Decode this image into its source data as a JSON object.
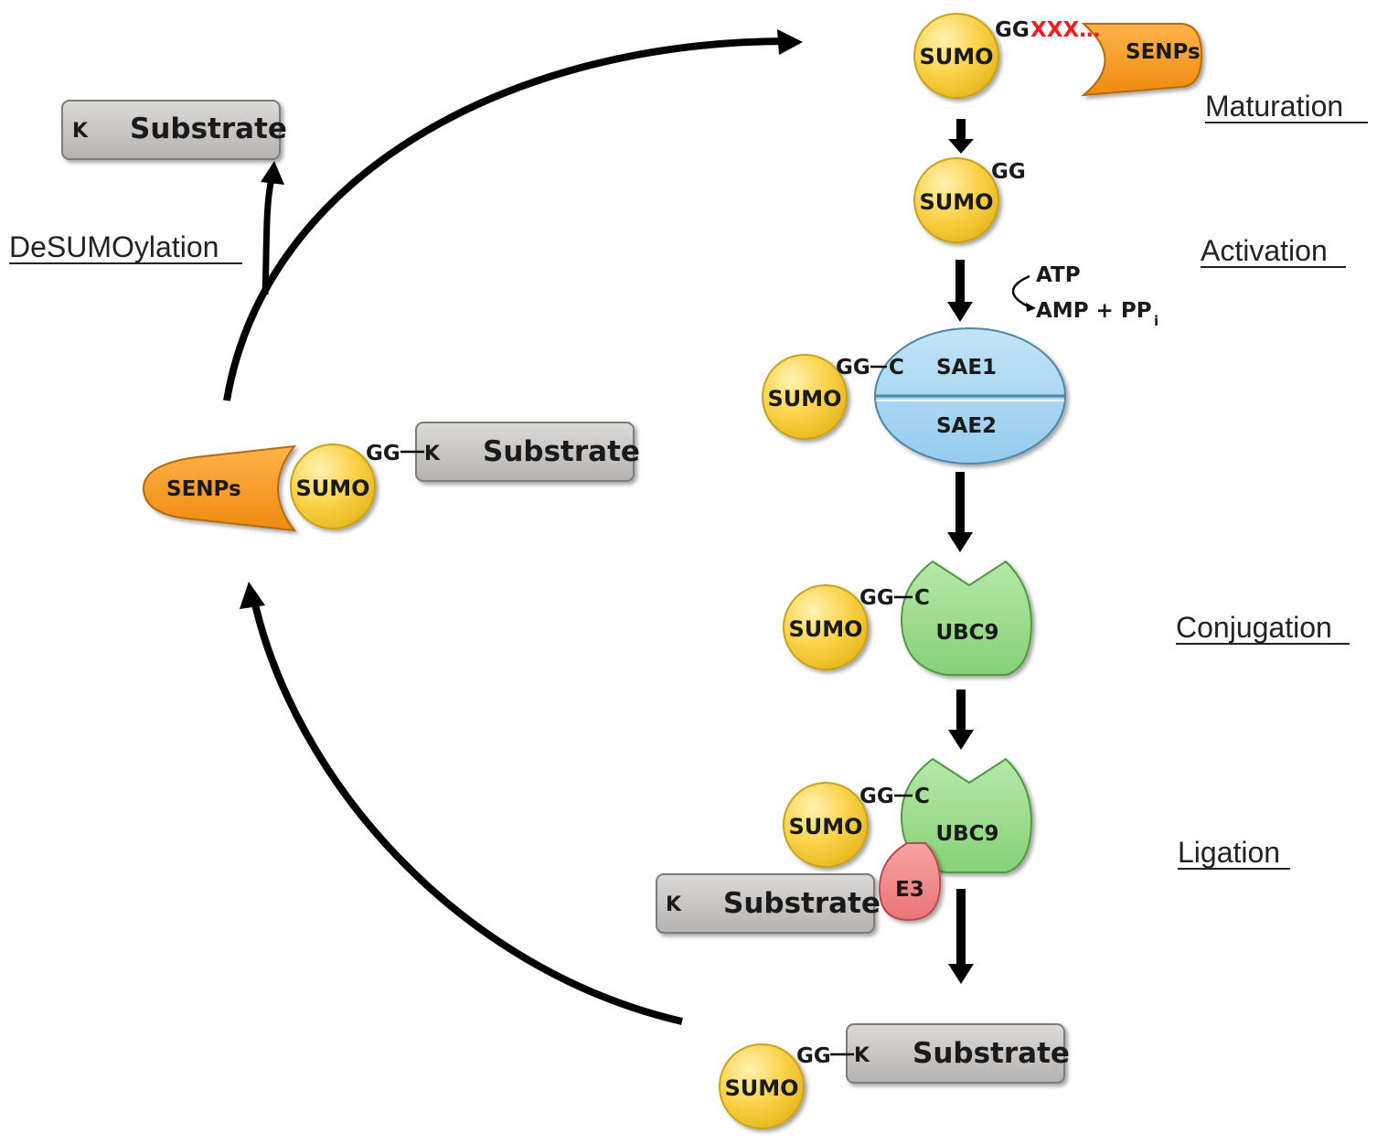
{
  "colors": {
    "sumo": "#fbd24a",
    "sumo_edge": "#c9a318",
    "senps": "#f5951f",
    "sae": "#a9d6f2",
    "ubc9": "#9bdc8e",
    "e3": "#f1888a",
    "substrate": "#c6c4c2",
    "xxx_red": "#ee1c24"
  },
  "stages": {
    "maturation": "Maturation",
    "activation": "Activation",
    "conjugation": "Conjugation",
    "ligation": "Ligation",
    "desumoylation": "DeSUMOylation"
  },
  "molecules": {
    "sumo": "SUMO",
    "senps": "SENPs",
    "sae1": "SAE1",
    "sae2": "SAE2",
    "ubc9": "UBC9",
    "e3": "E3",
    "substrate": "Substrate",
    "lysine": "K",
    "cysteine": "C",
    "glygly": "GG",
    "precursor_tail": "XXX…"
  },
  "activation_cofactors": {
    "atp": "ATP",
    "amp_pp": "AMP + PP",
    "pp_subscript": "i"
  }
}
